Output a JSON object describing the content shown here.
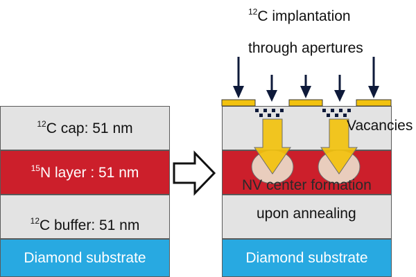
{
  "colors": {
    "layer_gray": "#e3e3e3",
    "n_layer_red": "#cc1f2b",
    "substrate_blue": "#28a9e1",
    "mask_yellow": "#f2c20e",
    "ion_arrow": "#0e1a3a",
    "diffusion_arrow": "#f2c20e",
    "nv_ellipse": "#e9cdbd"
  },
  "left_stack": {
    "cap": {
      "isotope": "12",
      "text": "C cap: 51 nm"
    },
    "n_layer": {
      "isotope": "15",
      "text": "N layer : 51 nm"
    },
    "buffer": {
      "isotope": "12",
      "text": "C buffer: 51 nm"
    },
    "substrate": "Diamond substrate"
  },
  "transition_arrow_icon": "hollow-right-arrow",
  "right_stack": {
    "implant_title_isotope": "12",
    "implant_title_line1": "C implantation",
    "implant_title_line2": "through apertures",
    "vacancies_label": "Vacancies",
    "nv_label": "NV center formation",
    "annealing_label": "upon annealing",
    "substrate": "Diamond substrate"
  }
}
